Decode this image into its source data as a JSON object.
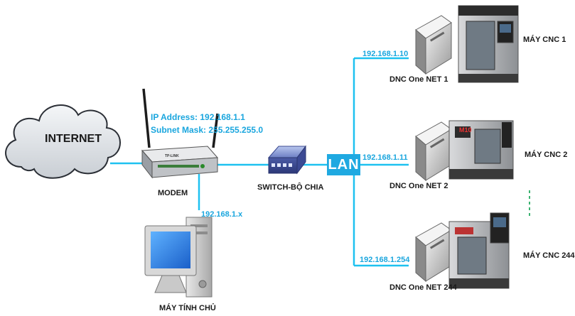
{
  "internet": {
    "label": "INTERNET"
  },
  "modem": {
    "label": "MODEM",
    "ip_address": "IP Address: 192.168.1.1",
    "subnet_mask": "Subnet Mask: 255.255.255.0",
    "brand": "TP-LINK"
  },
  "host_computer": {
    "label": "MÁY TÍNH CHỦ",
    "ip": "192.168.1.x"
  },
  "switch": {
    "label": "SWITCH-BỘ CHIA"
  },
  "lan": {
    "label": "LAN"
  },
  "nodes": [
    {
      "ip": "192.168.1.10",
      "dnc_label": "DNC One NET 1",
      "machine_label": "MÁY CNC 1"
    },
    {
      "ip": "192.168.1.11",
      "dnc_label": "DNC One NET 2",
      "machine_label": "MÁY CNC 2",
      "machine_badge": "M10"
    },
    {
      "ip": "192.168.1.254",
      "dnc_label": "DNC One NET 244",
      "machine_label": "MÁY CNC 244"
    }
  ],
  "colors": {
    "link": "#1ec1f0",
    "lan_badge": "#1fa9e1",
    "label_blue": "#1aa6de",
    "ellipsis_green": "#3cb371"
  }
}
